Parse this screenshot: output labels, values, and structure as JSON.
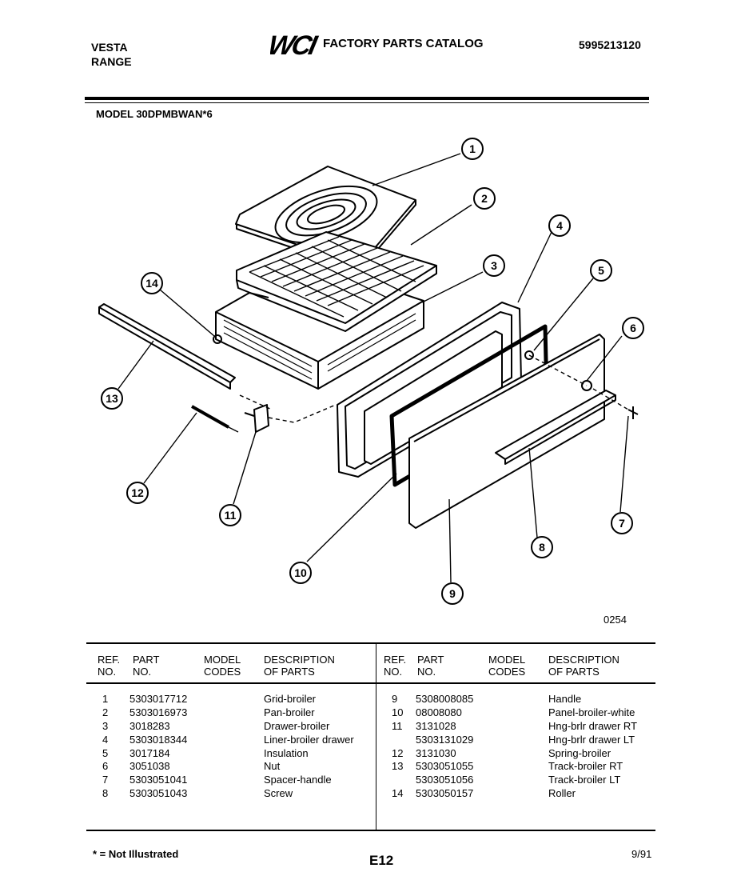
{
  "header": {
    "brand_line1": "VESTA",
    "brand_line2": "RANGE",
    "logo_text": "WCI",
    "catalog_title": "FACTORY PARTS CATALOG",
    "catalog_number": "5995213120"
  },
  "model_label": "MODEL 30DPMBWAN*6",
  "figure_number": "0254",
  "callouts": [
    "1",
    "2",
    "3",
    "4",
    "5",
    "6",
    "7",
    "8",
    "9",
    "10",
    "11",
    "12",
    "13",
    "14"
  ],
  "table_headers": {
    "ref": "REF.\nNO.",
    "part": "PART\nNO.",
    "codes": "MODEL\nCODES",
    "desc": "DESCRIPTION\nOF PARTS"
  },
  "parts_left": [
    {
      "ref": "1",
      "part": "5303017712",
      "desc": "Grid-broiler"
    },
    {
      "ref": "2",
      "part": "5303016973",
      "desc": "Pan-broiler"
    },
    {
      "ref": "3",
      "part": "3018283",
      "desc": "Drawer-broiler"
    },
    {
      "ref": "4",
      "part": "5303018344",
      "desc": "Liner-broiler drawer"
    },
    {
      "ref": "5",
      "part": "3017184",
      "desc": "Insulation"
    },
    {
      "ref": "6",
      "part": "3051038",
      "desc": "Nut"
    },
    {
      "ref": "7",
      "part": "5303051041",
      "desc": "Spacer-handle"
    },
    {
      "ref": "8",
      "part": "5303051043",
      "desc": "Screw"
    }
  ],
  "parts_right": [
    {
      "ref": "9",
      "part": "5308008085",
      "desc": "Handle"
    },
    {
      "ref": "10",
      "part": "08008080",
      "desc": "Panel-broiler-white"
    },
    {
      "ref": "11",
      "part": "3131028",
      "desc": "Hng-brlr drawer RT"
    },
    {
      "ref": "",
      "part": "5303131029",
      "desc": "Hng-brlr drawer LT"
    },
    {
      "ref": "12",
      "part": "3131030",
      "desc": "Spring-broiler"
    },
    {
      "ref": "13",
      "part": "5303051055",
      "desc": "Track-broiler RT"
    },
    {
      "ref": "",
      "part": "5303051056",
      "desc": "Track-broiler LT"
    },
    {
      "ref": "14",
      "part": "5303050157",
      "desc": "Roller"
    }
  ],
  "footer": {
    "note": "* = Not Illustrated",
    "page": "E12",
    "date": "9/91"
  }
}
